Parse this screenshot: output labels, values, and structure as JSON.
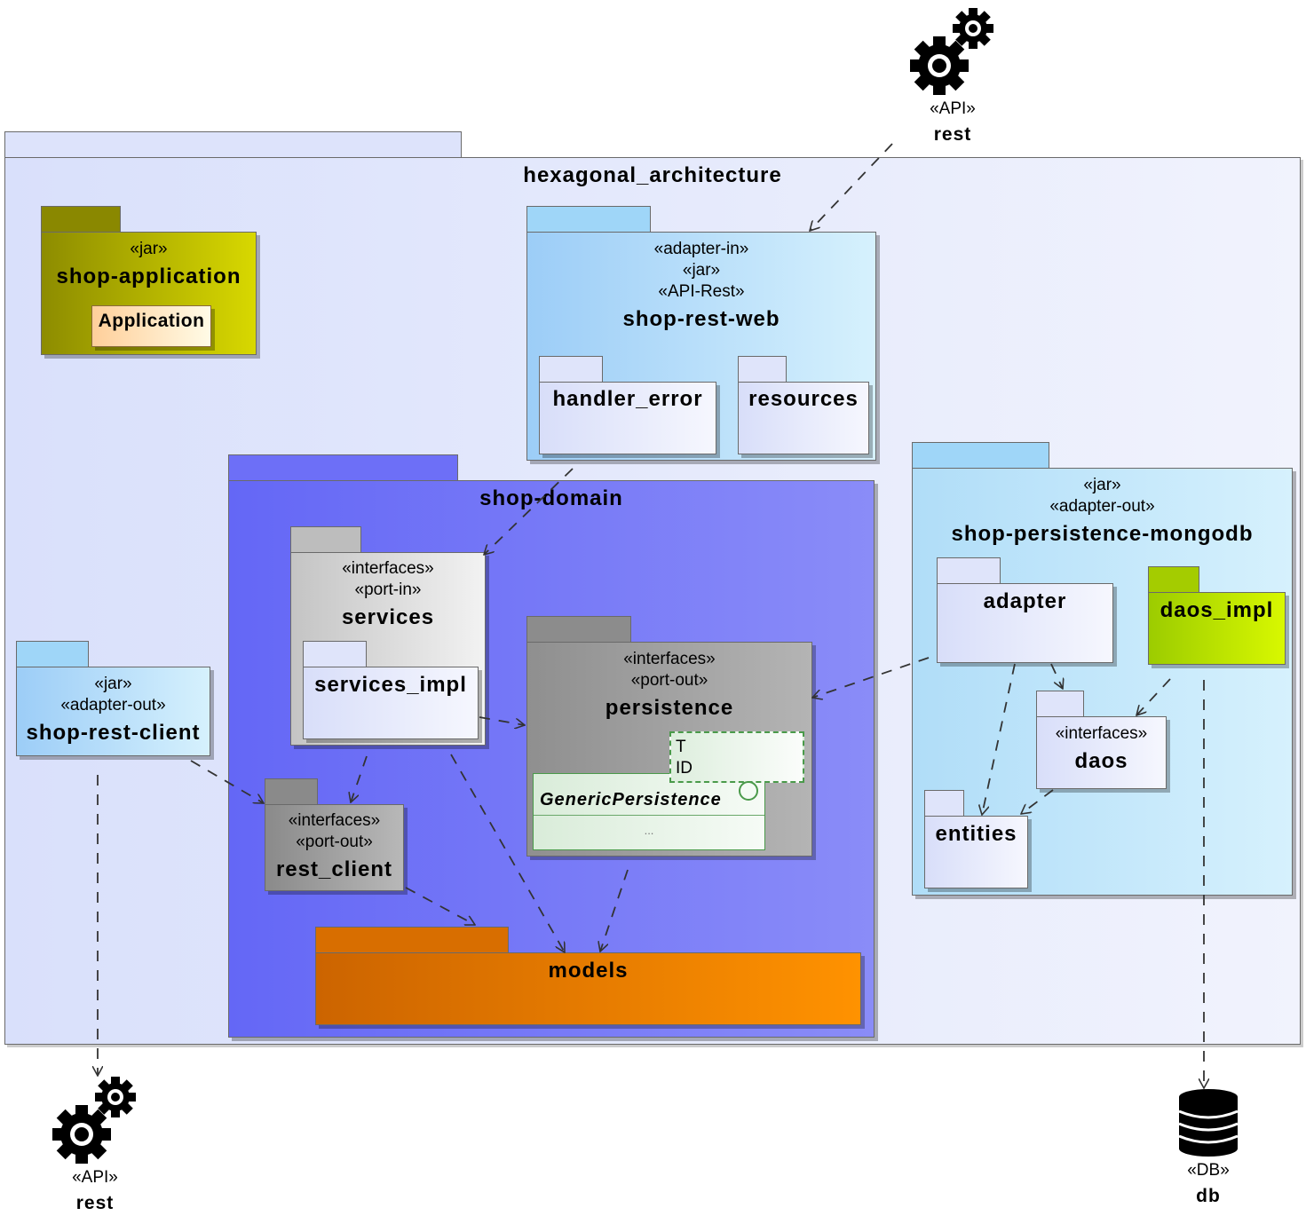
{
  "diagram": {
    "outer_package": {
      "name": "hexagonal_architecture"
    },
    "shop_application": {
      "stereotype": "«jar»",
      "name": "shop-application",
      "class_name": "Application"
    },
    "shop_rest_web": {
      "stereotypes": [
        "«adapter-in»",
        "«jar»",
        "«API-Rest»"
      ],
      "name": "shop-rest-web",
      "children": [
        "handler_error",
        "resources"
      ]
    },
    "shop_domain": {
      "name": "shop-domain",
      "services": {
        "stereotypes": [
          "«interfaces»",
          "«port-in»"
        ],
        "name": "services",
        "child": "services_impl"
      },
      "persistence": {
        "stereotypes": [
          "«interfaces»",
          "«port-out»"
        ],
        "name": "persistence",
        "template_params": [
          "T",
          "ID"
        ],
        "class_name": "GenericPersistence",
        "class_ellipsis": "..."
      },
      "rest_client": {
        "stereotypes": [
          "«interfaces»",
          "«port-out»"
        ],
        "name": "rest_client"
      },
      "models": {
        "name": "models"
      }
    },
    "shop_persistence_mongodb": {
      "stereotypes": [
        "«jar»",
        "«adapter-out»"
      ],
      "name": "shop-persistence-mongodb",
      "adapter": "adapter",
      "daos_impl": "daos_impl",
      "daos": {
        "stereotype": "«interfaces»",
        "name": "daos"
      },
      "entities": "entities"
    },
    "shop_rest_client": {
      "stereotypes": [
        "«jar»",
        "«adapter-out»"
      ],
      "name": "shop-rest-client"
    },
    "external": {
      "api_top": {
        "stereotype": "«API»",
        "name": "rest"
      },
      "api_bottom": {
        "stereotype": "«API»",
        "name": "rest"
      },
      "db": {
        "stereotype": "«DB»",
        "name": "db"
      }
    },
    "colors": {
      "outer": "#dde3fb",
      "application": "#b8b400",
      "rest_web": "#aee0fa",
      "domain": "#6f72f6",
      "services": "#d4d4d4",
      "persistence": "#9c9c9c",
      "models": "#e07a00",
      "mongodb": "#c3e7f8",
      "daos_impl": "#b5e000"
    }
  }
}
